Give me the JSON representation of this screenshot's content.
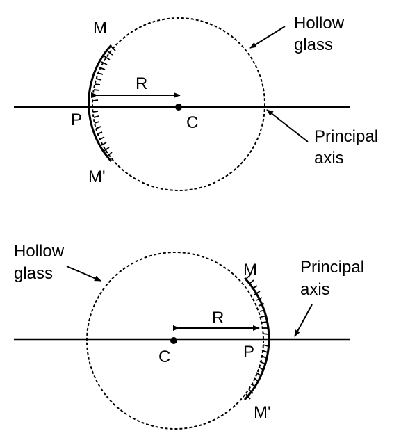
{
  "figures": [
    {
      "id": "convex",
      "labels": {
        "mirror_top": "M",
        "mirror_bottom": "M'",
        "pole": "P",
        "center": "C",
        "radius": "R",
        "glass_line1": "Hollow",
        "glass_line2": "glass",
        "axis_line1": "Principal",
        "axis_line2": "axis"
      }
    },
    {
      "id": "concave",
      "labels": {
        "mirror_top": "M",
        "mirror_bottom": "M'",
        "pole": "P",
        "center": "C",
        "radius": "R",
        "glass_line1": "Hollow",
        "glass_line2": "glass",
        "axis_line1": "Principal",
        "axis_line2": "axis"
      }
    }
  ],
  "colors": {
    "ink": "#000000",
    "background": "#ffffff"
  }
}
